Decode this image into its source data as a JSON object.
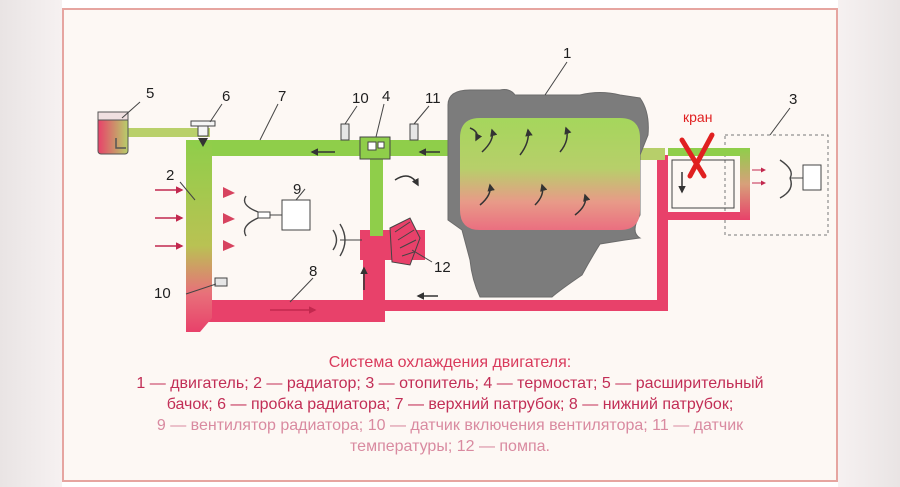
{
  "labels": {
    "n1": "1",
    "n2": "2",
    "n3": "3",
    "n4": "4",
    "n5": "5",
    "n6": "6",
    "n7": "7",
    "n8": "8",
    "n9": "9",
    "n10a": "10",
    "n10b": "10",
    "n11": "11",
    "n12": "12",
    "kran": "кран"
  },
  "caption": {
    "title": "Система охлаждения двигателя:",
    "line1": "1 — двигатель; 2 — радиатор; 3 — отопитель; 4 — термостат; 5 — расширительный",
    "line2": "бачок; 6 — пробка радиатора; 7 — верхний патрубок; 8 —  нижний патрубок;",
    "line3": "9 — вентилятор радиатора; 10 — датчик включения вентилятора; 11 — датчик",
    "line4": "температуры; 12 — помпа."
  },
  "colors": {
    "hot": "#e8416a",
    "cool": "#8fce4a",
    "engine": "#7f7f7f",
    "mark": "#e02020"
  }
}
